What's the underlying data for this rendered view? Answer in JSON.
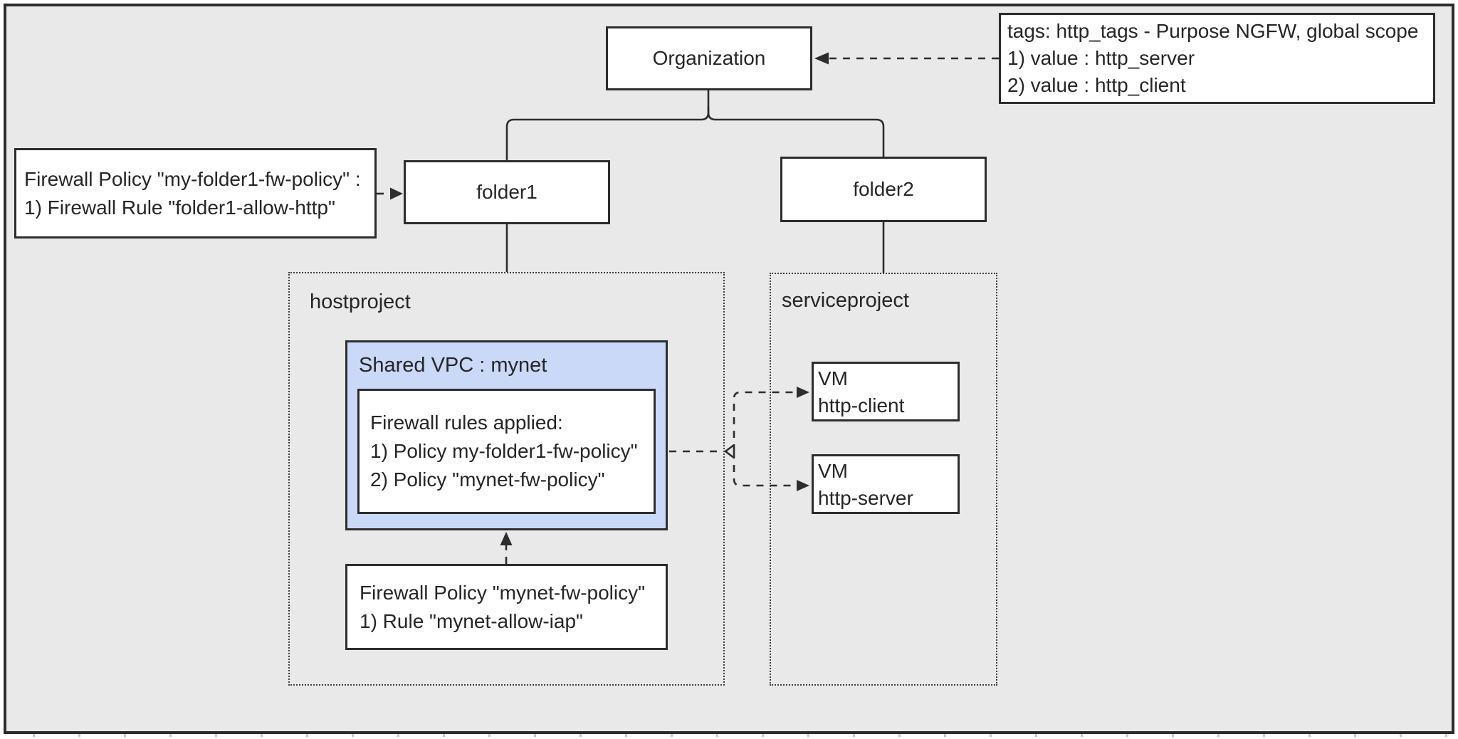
{
  "colors": {
    "canvas_bg": "#e9e9e9",
    "page_bg": "#ffffff",
    "line": "#2d2d2d",
    "text": "#262626",
    "box_fill": "#ffffff",
    "vpc_fill": "#c9d9f7",
    "tick": "#c6c6c6"
  },
  "nodes": {
    "organization": {
      "label": "Organization"
    },
    "tags_note": {
      "lines": [
        "tags: http_tags - Purpose NGFW, global scope",
        "1) value : http_server",
        "2) value : http_client"
      ]
    },
    "folder1_note": {
      "lines": [
        "Firewall Policy \"my-folder1-fw-policy\" :",
        "1) Firewall Rule \"folder1-allow-http\""
      ]
    },
    "folder1": {
      "label": "folder1"
    },
    "folder2": {
      "label": "folder2"
    },
    "hostproject": {
      "label": "hostproject"
    },
    "serviceproject": {
      "label": "serviceproject"
    },
    "shared_vpc": {
      "label": "Shared VPC : mynet"
    },
    "fw_rules": {
      "lines": [
        "Firewall rules applied:",
        "1) Policy my-folder1-fw-policy\"",
        "2) Policy \"mynet-fw-policy\""
      ]
    },
    "mynet_policy": {
      "lines": [
        "Firewall Policy \"mynet-fw-policy\"",
        "1) Rule \"mynet-allow-iap\""
      ]
    },
    "vm_client": {
      "lines": [
        "VM",
        "http-client"
      ]
    },
    "vm_server": {
      "lines": [
        "VM",
        "http-server"
      ]
    }
  }
}
